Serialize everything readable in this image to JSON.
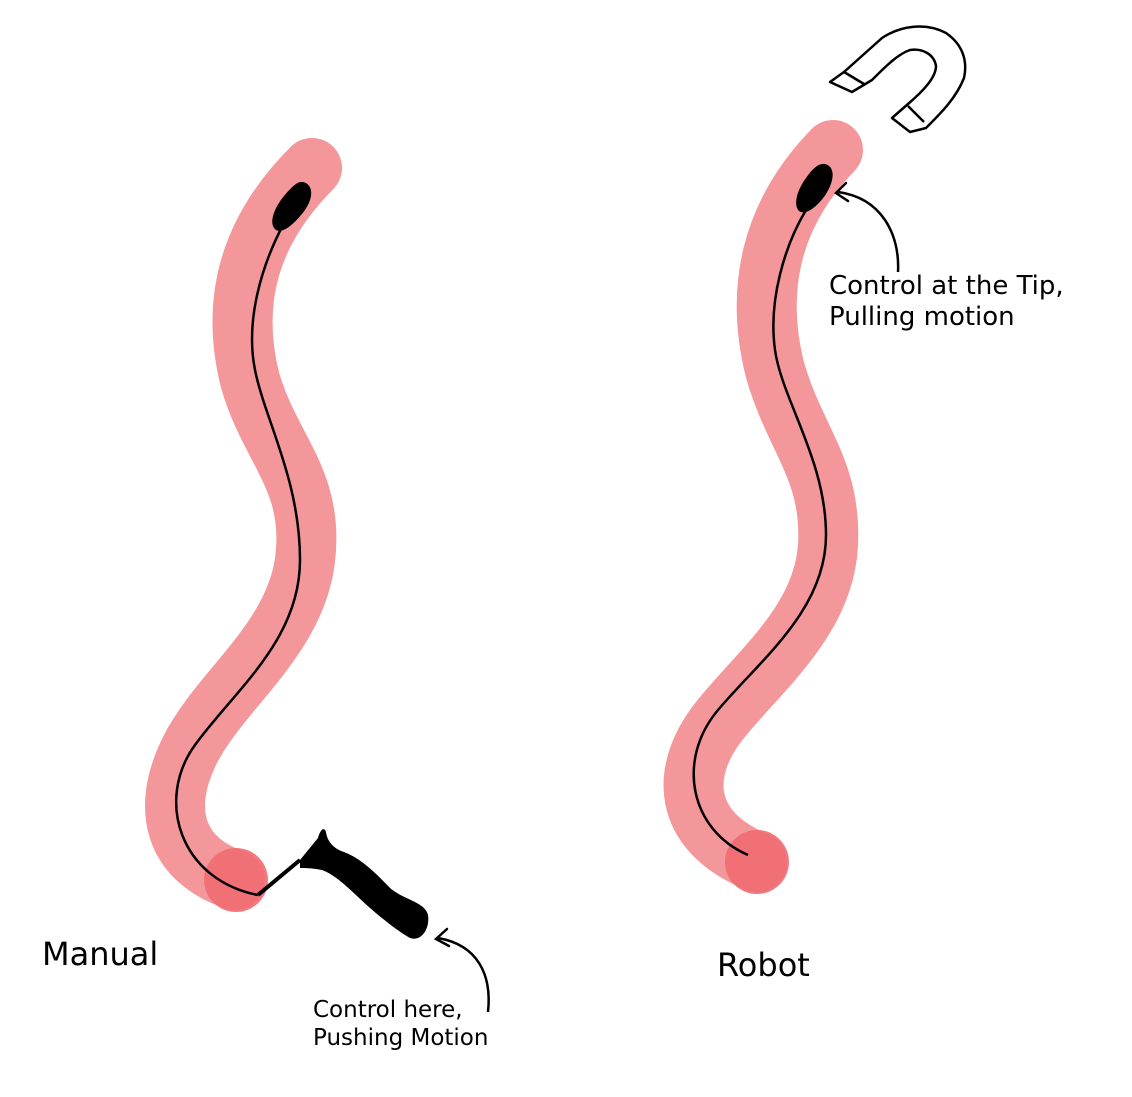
{
  "colors": {
    "vessel": "#f4979a",
    "vessel_end": "#ef6b72",
    "wire": "#000000",
    "magnet_fill": "#ffffff",
    "background": "#ffffff"
  },
  "manual": {
    "title": "Manual",
    "note_line1": "Control here,",
    "note_line2": "Pushing Motion"
  },
  "robot": {
    "title": "Robot",
    "note_line1": "Control at the Tip,",
    "note_line2": "Pulling motion"
  },
  "icons": {
    "manual_handle": "catheter-handle-icon",
    "robot_magnet": "horseshoe-magnet-icon"
  }
}
